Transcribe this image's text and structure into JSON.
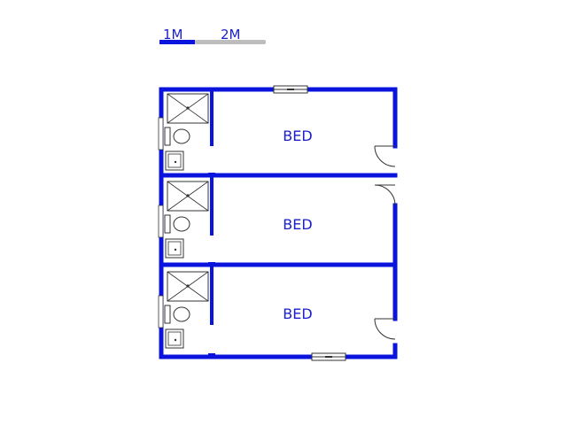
{
  "scale_bar": {
    "label_1": "1M",
    "label_2": "2M"
  },
  "rooms": [
    {
      "label": "BED"
    },
    {
      "label": "BED"
    },
    {
      "label": "BED"
    }
  ],
  "colors": {
    "wall": "#0a14dc",
    "fixture_stroke": "#333333",
    "fixture_fill": "#ffffff",
    "text": "#1a1fc8",
    "scale_gray": "#bdbdbd"
  }
}
